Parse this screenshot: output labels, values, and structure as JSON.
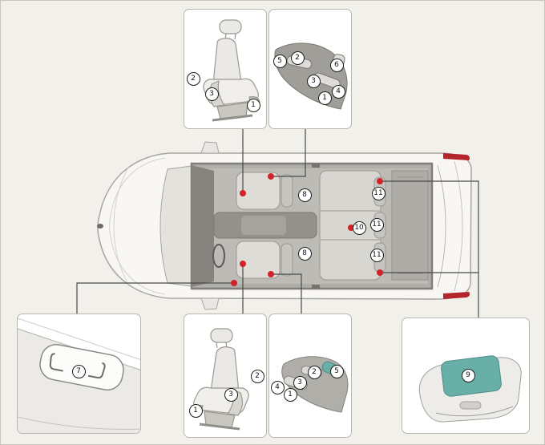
{
  "colors": {
    "page-bg": "#f2f0ea",
    "page-border": "#c8c5be",
    "box-bg": "#ffffff",
    "box-border": "#b8b5af",
    "connector-line": "#4a4a47",
    "marker-border": "#1d1d1b",
    "accent-red": "#d2232a",
    "pad-teal": "#68afa8"
  },
  "boxes": {
    "top_seat": {
      "markers": [
        "2",
        "3",
        "1"
      ]
    },
    "top_controls": {
      "markers": [
        "5",
        "2",
        "6",
        "3",
        "1",
        "4"
      ]
    },
    "door": {
      "markers": [
        "7"
      ]
    },
    "bottom_seat": {
      "markers": [
        "2",
        "3",
        "1"
      ]
    },
    "bottom_controls": {
      "markers": [
        "4",
        "1",
        "3",
        "2",
        "5"
      ]
    },
    "rear_cushion": {
      "markers": [
        "9"
      ]
    }
  },
  "car_markers": [
    "8",
    "8",
    "10",
    "11",
    "11",
    "11"
  ]
}
